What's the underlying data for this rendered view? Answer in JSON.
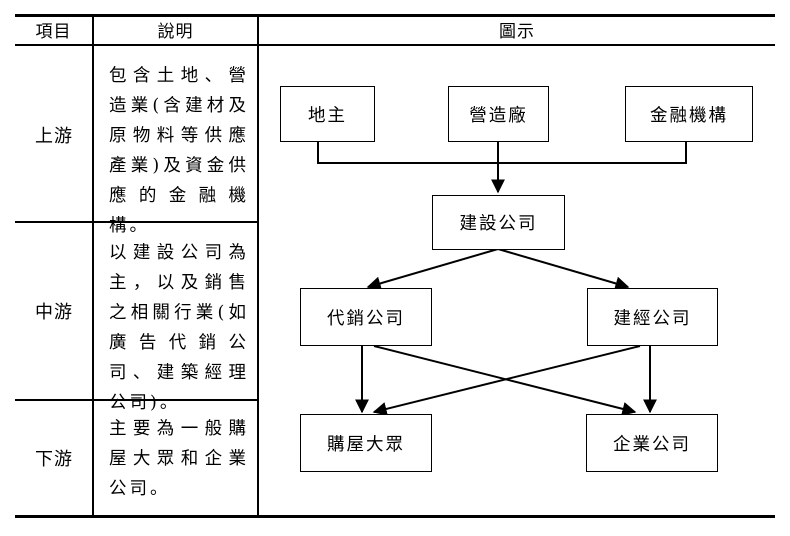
{
  "table": {
    "headers": {
      "item": "項目",
      "description": "說明",
      "figure": "圖示"
    },
    "rows": [
      {
        "stage": "上游",
        "description": "包含土地、營造業(含建材及原物料等供應產業)及資金供應的金融機構。"
      },
      {
        "stage": "中游",
        "description": "以建設公司為主，以及銷售之相關行業(如廣告代銷公司、建築經理公司)。"
      },
      {
        "stage": "下游",
        "description": "主要為一般購屋大眾和企業公司。"
      }
    ]
  },
  "diagram": {
    "nodes": {
      "landowner": "地主",
      "construction_factory": "營造廠",
      "financial_institution": "金融機構",
      "construction_company": "建設公司",
      "sales_agency": "代銷公司",
      "construction_manager": "建經公司",
      "home_buyers": "購屋大眾",
      "corporate_companies": "企業公司"
    }
  }
}
